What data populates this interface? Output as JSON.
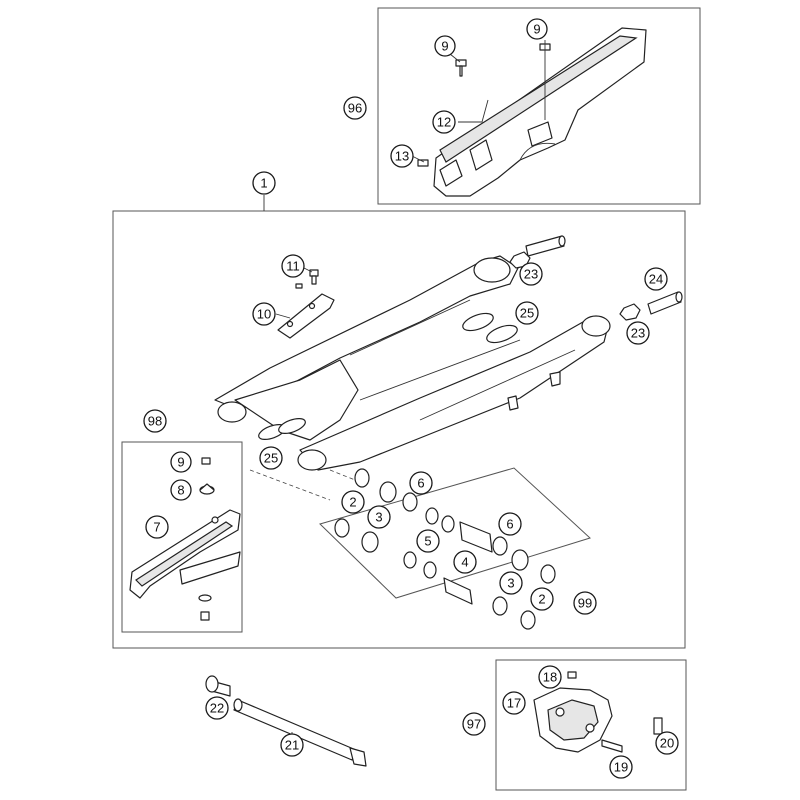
{
  "callouts": {
    "c1": "1",
    "c2a": "2",
    "c2b": "2",
    "c3a": "3",
    "c3b": "3",
    "c4": "4",
    "c5": "5",
    "c6a": "6",
    "c6b": "6",
    "c7": "7",
    "c8": "8",
    "c9a": "9",
    "c9b": "9",
    "c9c": "9",
    "c10": "10",
    "c11": "11",
    "c12": "12",
    "c13": "13",
    "c17": "17",
    "c18": "18",
    "c19": "19",
    "c20": "20",
    "c21": "21",
    "c22": "22",
    "c23a": "23",
    "c23b": "23",
    "c24": "24",
    "c25a": "25",
    "c25b": "25",
    "c96": "96",
    "c97": "97",
    "c98": "98",
    "c99": "99"
  }
}
